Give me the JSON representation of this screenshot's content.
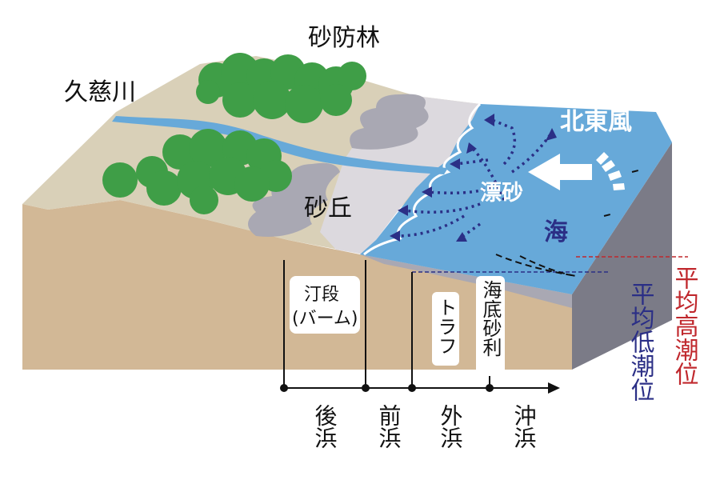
{
  "labels": {
    "forest": "砂防林",
    "river": "久慈川",
    "dune": "砂丘",
    "wind": "北東風",
    "drift": "漂砂",
    "sea": "海",
    "berm_line1": "汀段",
    "berm_line2": "(バーム)",
    "trough": "トラフ",
    "gravel": "海底砂利",
    "mhw": "平均高潮位",
    "mlw": "平均低潮位"
  },
  "zones": [
    "後浜",
    "前浜",
    "外浜",
    "沖浜"
  ],
  "colors": {
    "land": "#d9d0b8",
    "soil": "#d2b896",
    "sea": "#67a9d9",
    "river": "#67a9d9",
    "beach": "#dcd9de",
    "dune_rock": "#a9a8b3",
    "side": "#7b7b87",
    "tree": "#3f9e47",
    "arrow": "#2b2f86",
    "mhw": "#c0282d",
    "mlw": "#2b2f86"
  },
  "icons": [
    "tree-icon",
    "dotted-arrow-icon",
    "wind-arrow-icon"
  ]
}
